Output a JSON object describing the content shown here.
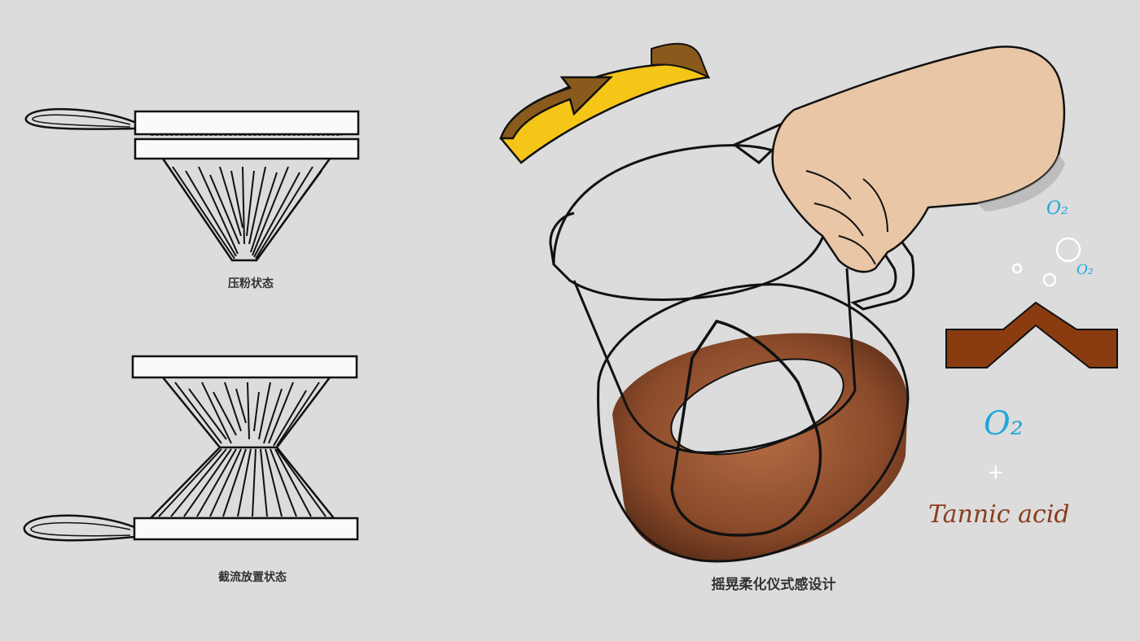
{
  "captions": {
    "press_state": "压粉状态",
    "cutoff_state": "截流放置状态",
    "swirl_design": "摇晃柔化仪式感设计"
  },
  "chemistry": {
    "o2_large": "O₂",
    "o2_small_1": "O₂",
    "o2_small_2": "O₂",
    "plus": "+",
    "acid": "Tannic acid"
  },
  "colors": {
    "background": "#dcdcdc",
    "arrow_yellow": "#f5c518",
    "arrow_brown": "#8a5a1c",
    "coffee": "#8a4a2a",
    "o2_blue": "#1ea7dc",
    "hand": "#e8c6a6",
    "tannin_brown": "#8a3c10"
  },
  "icons": [
    "rotation-arrow-icon",
    "hand-icon",
    "bubble-icon"
  ]
}
